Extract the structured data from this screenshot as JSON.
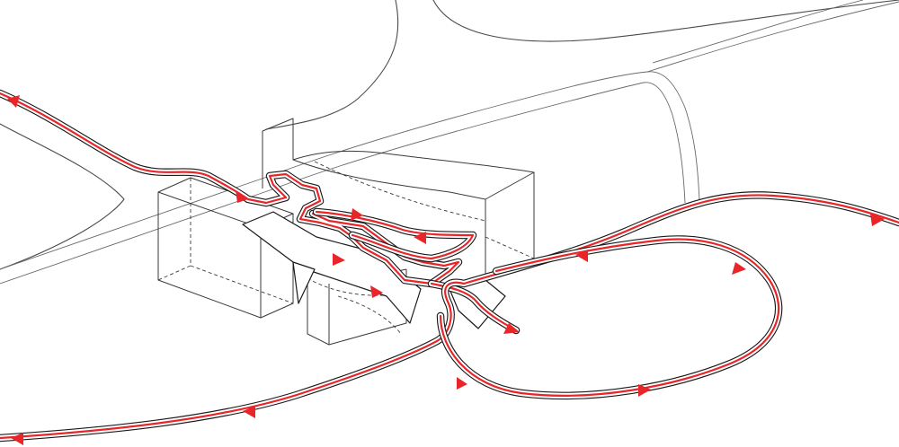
{
  "diagram": {
    "kind": "axonometric circulation diagram",
    "colors": {
      "route": "#e8262a",
      "route_casing": "#1a1a1a",
      "context_lines": "#4a4a4a",
      "background": "#ffffff"
    },
    "elements": [
      "terrain-contours",
      "roads",
      "west-volume",
      "east-volume",
      "central-volume",
      "roof-canopy",
      "circulation-route",
      "direction-arrows"
    ],
    "labels": []
  }
}
